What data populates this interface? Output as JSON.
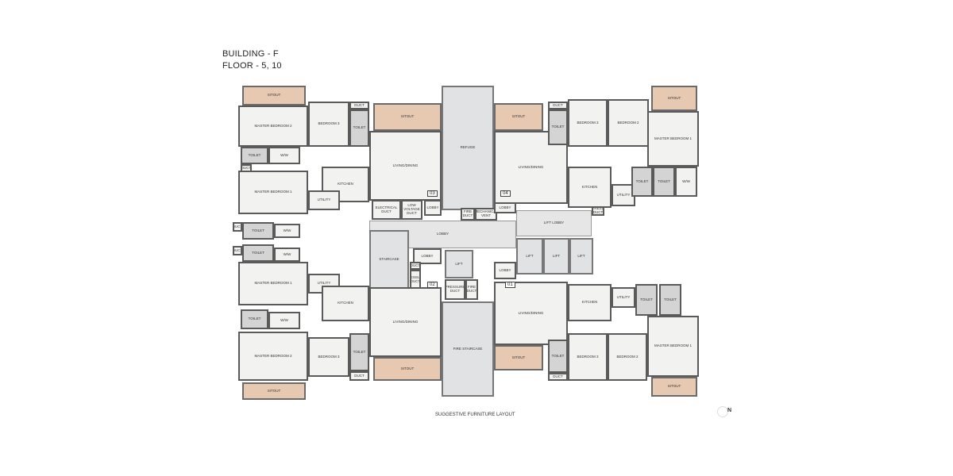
{
  "header": {
    "building": "BUILDING - F",
    "floor": "FLOOR - 5, 10"
  },
  "caption": "SUGGESTIVE FURNITURE LAYOUT",
  "north_label": "N",
  "colors": {
    "sitout": "#e7c8b0",
    "wall": "#5a5a5a",
    "floor": "#f2f2f1",
    "core": "#e1e2e3"
  },
  "units": [
    "03",
    "04",
    "02",
    "01"
  ],
  "rooms": [
    "SITOUT",
    "MASTER BEDROOM 2",
    "BEDROOM 3",
    "TOILET",
    "DUCT",
    "SITOUT",
    "TOILET",
    "W/W",
    "DUCT",
    "MASTER BEDROOM 1",
    "KITCHEN",
    "UTILITY",
    "LIVING/DINING",
    "ELECTRICAL DUCT",
    "LOW VOLTAGE DUCT",
    "LOBBY",
    "REFUGE",
    "FIRE DUCT",
    "MECHANICAL VENT",
    "SITOUT",
    "LIVING/DINING",
    "LOBBY",
    "TOILET",
    "DUCT",
    "BEDROOM 3",
    "BEDROOM 2",
    "SITOUT",
    "MASTER BEDROOM 1",
    "KITCHEN",
    "UTILITY",
    "TOILET",
    "TOILET",
    "W/W",
    "PRESS DUCT",
    "LOBBY",
    "LIFT LOBBY",
    "STAIRCASE",
    "LIFT",
    "PRESSURE DUCT",
    "FIRE DUCT",
    "FIRE STAIRCASE",
    "LIFT",
    "LIFT",
    "LIFT",
    "DUCT",
    "TOILET",
    "W/W",
    "DUCT",
    "TOILET",
    "W/W",
    "MASTER BEDROOM 1",
    "UTILITY",
    "KITCHEN",
    "TOILET",
    "W/W",
    "MASTER BEDROOM 2",
    "BEDROOM 3",
    "TOILET",
    "DUCT",
    "SITOUT",
    "SITOUT",
    "LOBBY",
    "DUCT",
    "PRESSURE DUCT",
    "LIVING/DINING",
    "LOBBY",
    "LIVING/DINING",
    "KITCHEN",
    "UTILITY",
    "TOILET",
    "TOILET",
    "MASTER BEDROOM 1",
    "SITOUT",
    "BEDROOM 3",
    "BEDROOM 2",
    "TOILET",
    "DUCT",
    "SITOUT"
  ]
}
